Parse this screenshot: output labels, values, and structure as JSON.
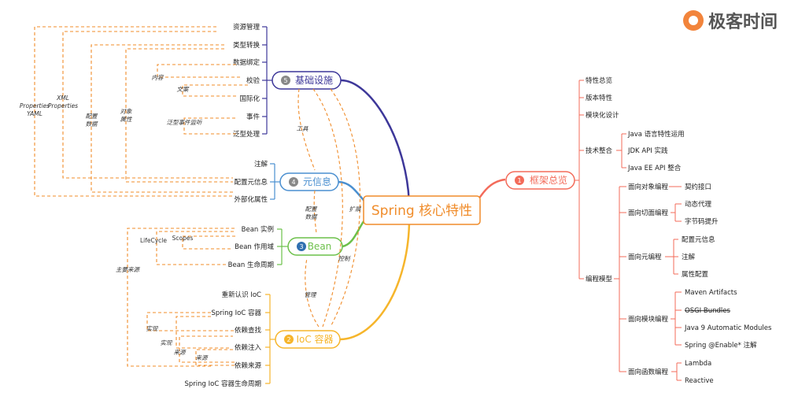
{
  "brand": {
    "name": "极客时间"
  },
  "center": {
    "label": "Spring 核心特性"
  },
  "topics": {
    "framework": {
      "num": "1",
      "label": "框架总览"
    },
    "infra": {
      "num": "5",
      "label": "基础设施"
    },
    "meta": {
      "num": "4",
      "label": "元信息"
    },
    "bean": {
      "num": "3",
      "label": "Bean"
    },
    "ioc": {
      "num": "2",
      "label": "IoC 容器"
    }
  },
  "framework": {
    "children": [
      "特性总览",
      "版本特性",
      "模块化设计",
      "技术整合",
      "编程模型"
    ],
    "tech": [
      "Java 语言特性运用",
      "JDK API 实践",
      "Java EE API 整合"
    ],
    "models": [
      "面向对象编程",
      "面向切面编程",
      "面向元编程",
      "面向模块编程",
      "面向函数编程"
    ],
    "oop": [
      "契约接口"
    ],
    "aop": [
      "动态代理",
      "字节码提升"
    ],
    "meta_prog": [
      "配置元信息",
      "注解",
      "属性配置"
    ],
    "modular": [
      "Maven Artifacts",
      "OSGI Bundles",
      "Java 9 Automatic Modules",
      "Spring @Enable* 注解"
    ],
    "functional": [
      "Lambda",
      "Reactive"
    ]
  },
  "infra": {
    "children": [
      "资源管理",
      "类型转换",
      "数据绑定",
      "校验",
      "国际化",
      "事件",
      "泛型处理"
    ]
  },
  "meta": {
    "children": [
      "注解",
      "配置元信息",
      "外部化属性"
    ]
  },
  "bean": {
    "children": [
      "Bean 实例",
      "Bean 作用域",
      "Bean 生命周期"
    ]
  },
  "ioc": {
    "children": [
      "重新认识 IoC",
      "Spring IoC 容器",
      "依赖查找",
      "依赖注入",
      "依赖来源",
      "Spring IoC 容器生命周期"
    ]
  },
  "annotations": {
    "properties_yaml": [
      "Properties",
      "YAML"
    ],
    "xml_properties": [
      "XML",
      "Properties"
    ],
    "config_data": [
      "配置",
      "数据"
    ],
    "object_attr": [
      "对象",
      "属性"
    ],
    "content": "内容",
    "copy": "文案",
    "generic_event": "泛型事件监听",
    "tool": "工具",
    "config_data2": [
      "配置",
      "数据"
    ],
    "extend": "扩展",
    "control": "控制",
    "manage": "管理",
    "lifecycle": "LifeCycle",
    "scopes": "Scopes",
    "main_source": "主要来源",
    "impl1": "实现",
    "impl2": "实现",
    "source1": "来源",
    "source2": "来源"
  },
  "colors": {
    "framework": "#f36b5a",
    "infra": "#3d3799",
    "meta": "#4a8fd0",
    "bean": "#6cc04a",
    "ioc": "#f6b52b",
    "dashed": "#f08c2a"
  }
}
